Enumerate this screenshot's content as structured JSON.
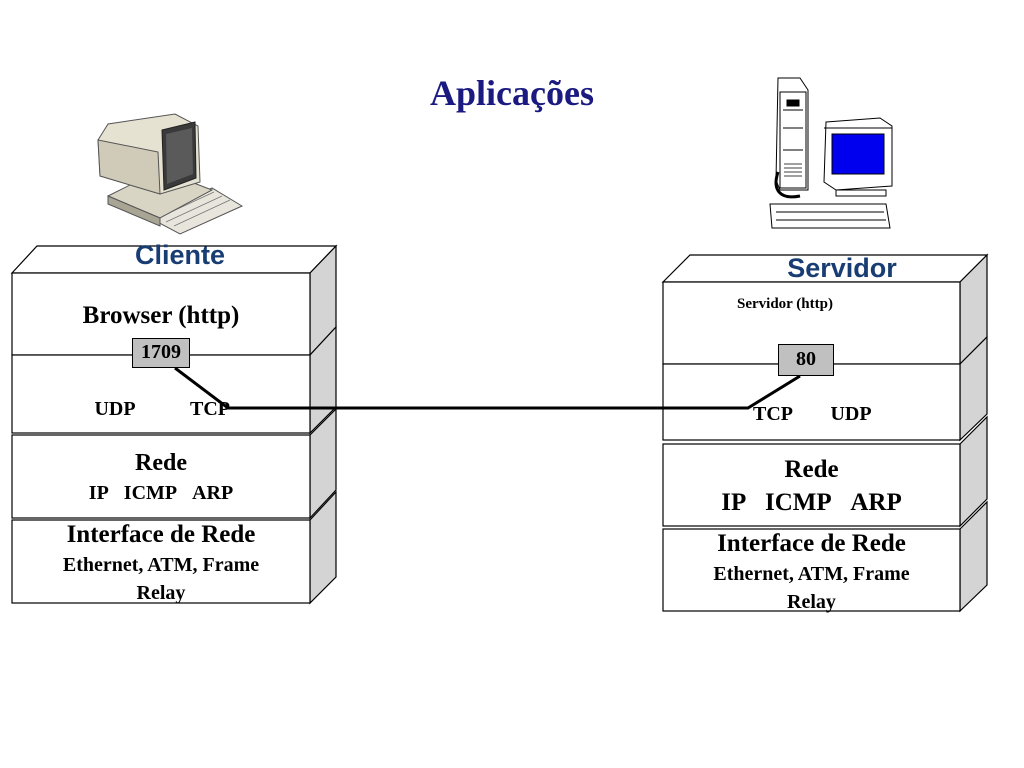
{
  "title": "Aplicações",
  "client": {
    "label": "Cliente",
    "app": "Browser (http)",
    "port": "1709",
    "transport": [
      "UDP",
      "TCP"
    ],
    "network": {
      "name": "Rede",
      "protocols": [
        "IP",
        "ICMP",
        "ARP"
      ]
    },
    "interface": {
      "name": "Interface de Rede",
      "detail_line1": "Ethernet, ATM, Frame",
      "detail_line2": "Relay"
    }
  },
  "server": {
    "label": "Servidor",
    "app": "Servidor (http)",
    "port": "80",
    "transport": [
      "TCP",
      "UDP"
    ],
    "network": {
      "name": "Rede",
      "protocols": [
        "IP",
        "ICMP",
        "ARP"
      ]
    },
    "interface": {
      "name": "Interface de Rede",
      "detail_line1": "Ethernet, ATM, Frame",
      "detail_line2": "Relay"
    }
  }
}
